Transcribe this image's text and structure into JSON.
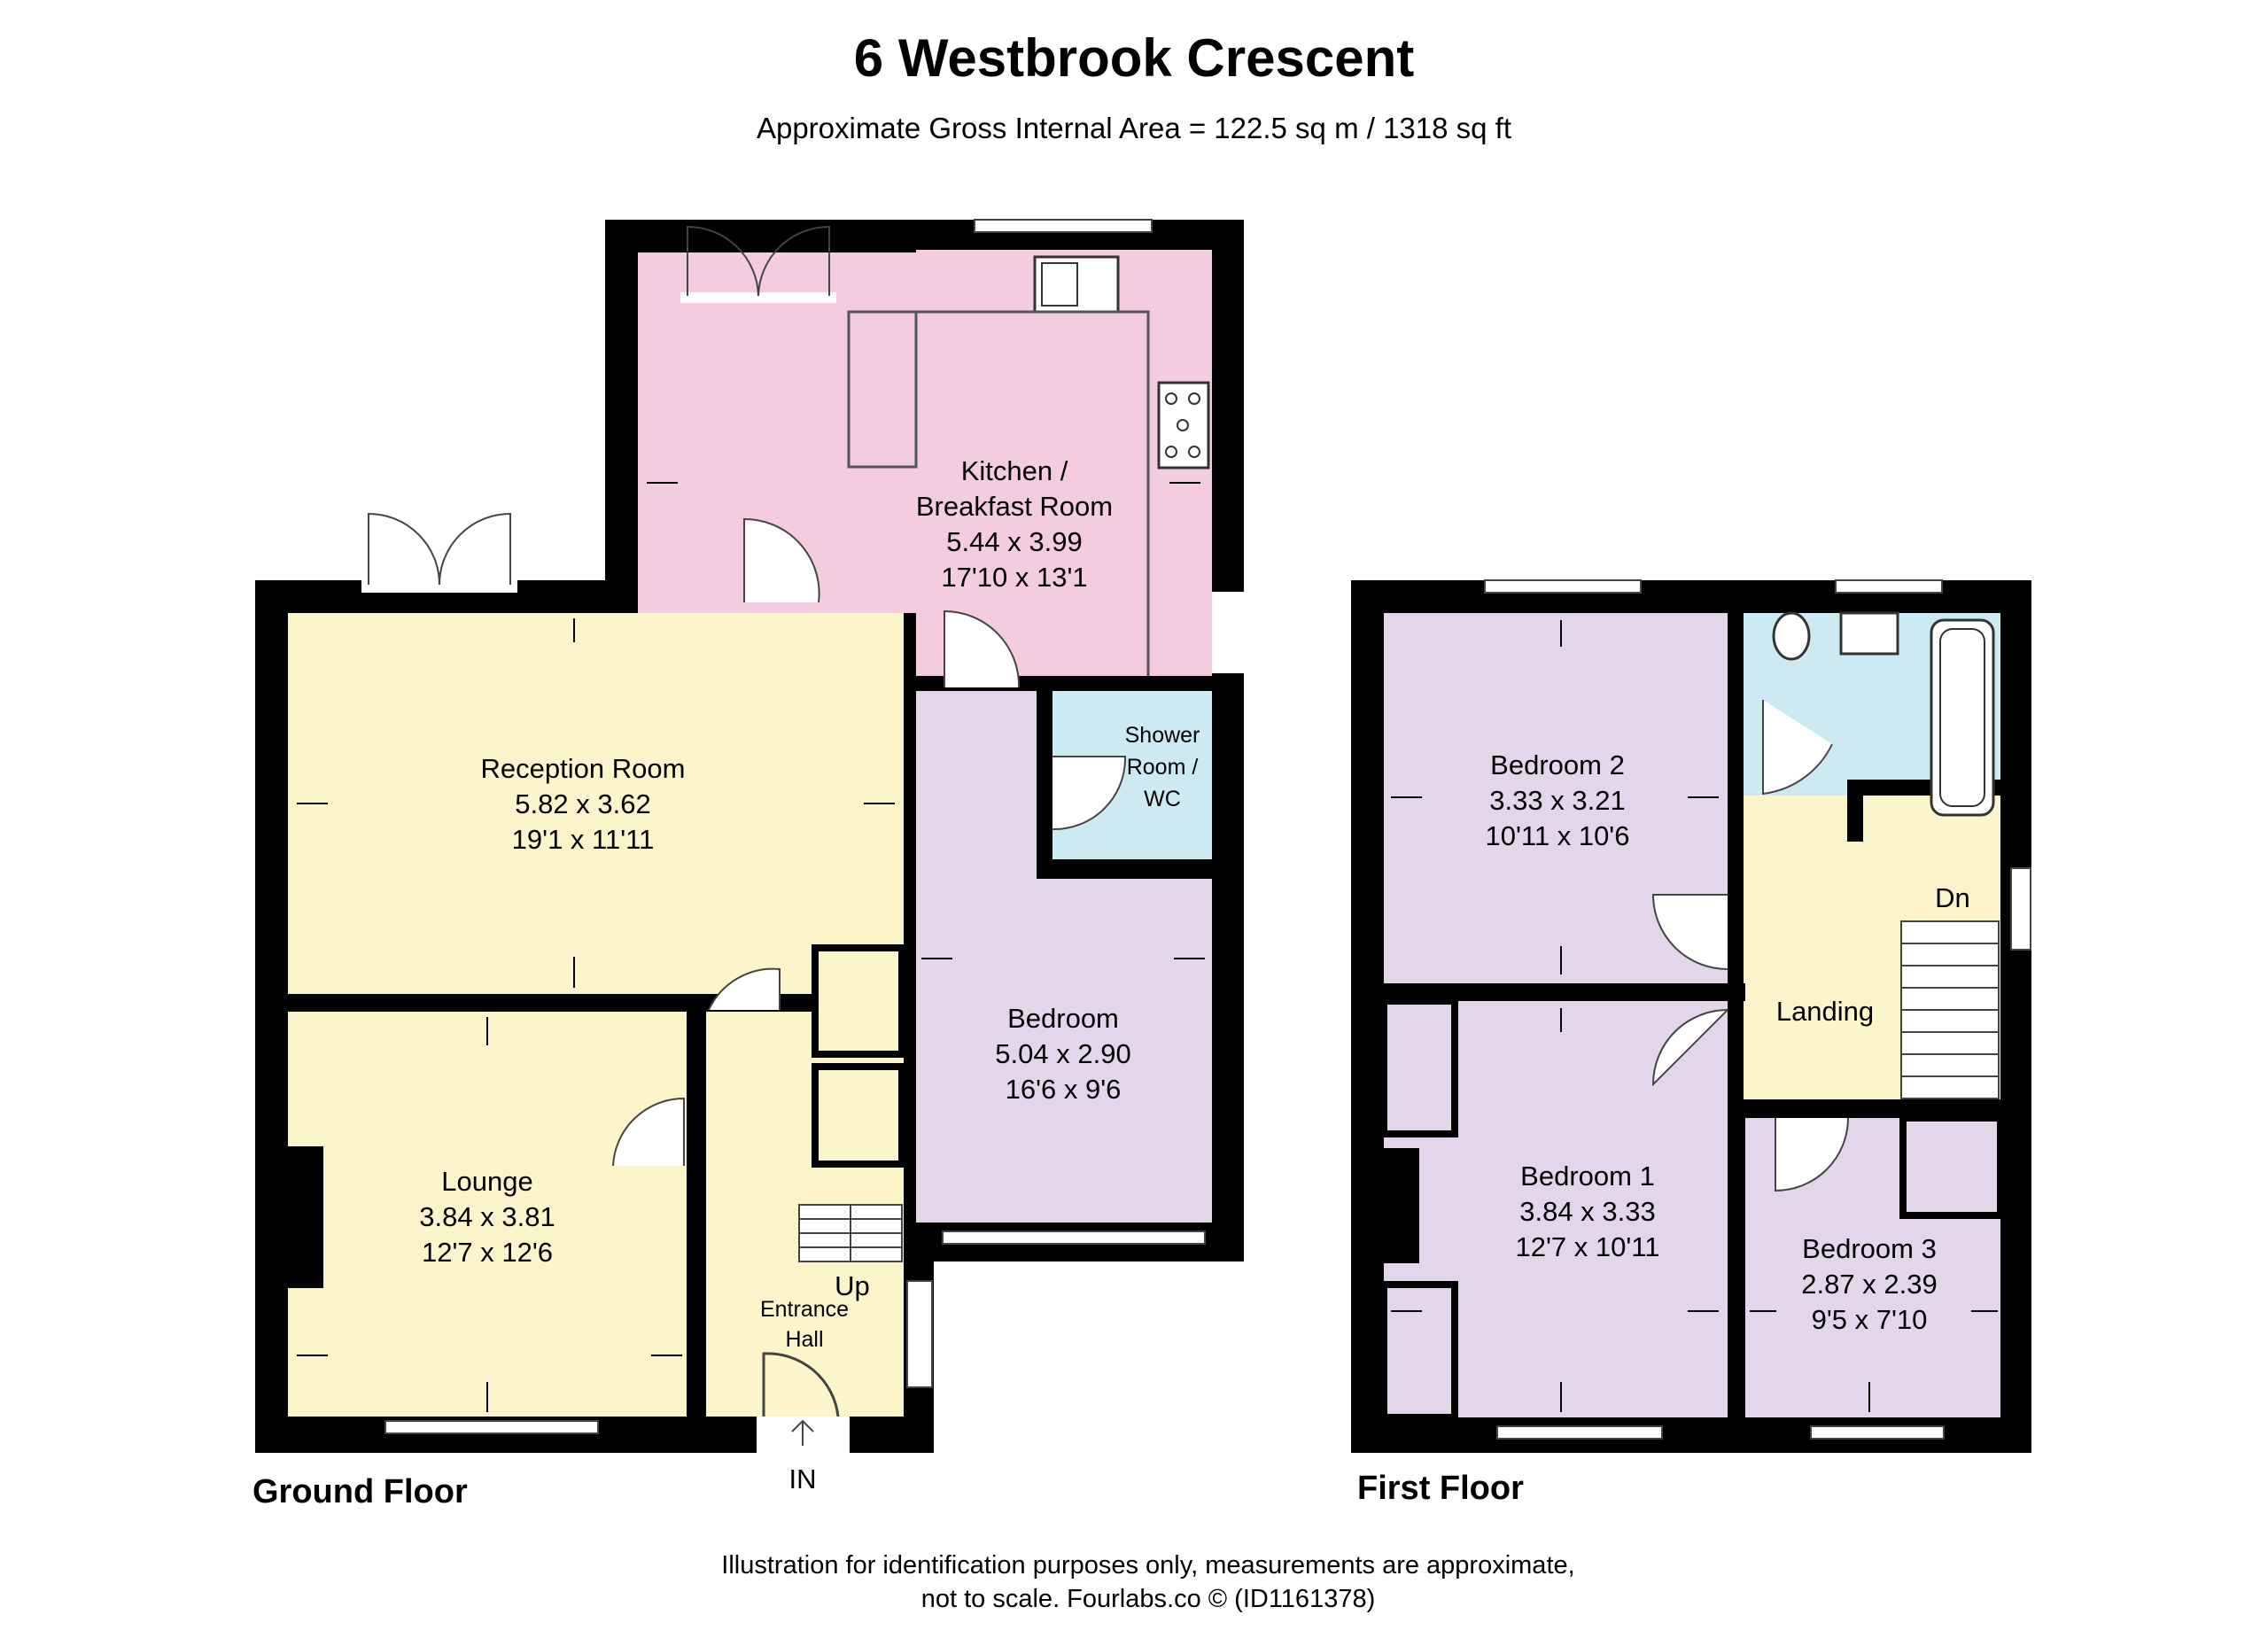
{
  "title": "6 Westbrook Crescent",
  "subtitle": "Approximate Gross Internal Area = 122.5 sq m / 1318 sq ft",
  "colors": {
    "wall": "#000000",
    "reception_lounge": "#fcf5cc",
    "kitchen": "#f4cce0",
    "bedroom": "#e3d6ea",
    "bathroom": "#cdeaf2",
    "landing": "#fcf5cc"
  },
  "ground_floor": {
    "label": "Ground Floor",
    "rooms": {
      "kitchen": {
        "name_line1": "Kitchen /",
        "name_line2": "Breakfast Room",
        "metric": "5.44 x 3.99",
        "imperial": "17'10 x 13'1"
      },
      "reception": {
        "name": "Reception Room",
        "metric": "5.82 x 3.62",
        "imperial": "19'1 x 11'11"
      },
      "shower": {
        "line1": "Shower",
        "line2": "Room /",
        "line3": "WC"
      },
      "bedroom": {
        "name": "Bedroom",
        "metric": "5.04 x 2.90",
        "imperial": "16'6 x 9'6"
      },
      "lounge": {
        "name": "Lounge",
        "metric": "3.84 x 3.81",
        "imperial": "12'7 x 12'6"
      },
      "hall": {
        "line1": "Entrance",
        "line2": "Hall"
      }
    },
    "stairs_label": "Up",
    "entrance_label": "IN"
  },
  "first_floor": {
    "label": "First Floor",
    "rooms": {
      "bedroom2": {
        "name": "Bedroom 2",
        "metric": "3.33 x 3.21",
        "imperial": "10'11 x 10'6"
      },
      "bedroom1": {
        "name": "Bedroom 1",
        "metric": "3.84 x 3.33",
        "imperial": "12'7 x 10'11"
      },
      "bedroom3": {
        "name": "Bedroom 3",
        "metric": "2.87 x 2.39",
        "imperial": "9'5 x 7'10"
      },
      "landing": {
        "name": "Landing"
      }
    },
    "stairs_label": "Dn"
  },
  "footer": {
    "line1": "Illustration for identification purposes only, measurements are approximate,",
    "line2": "not to scale. Fourlabs.co © (ID1161378)"
  }
}
